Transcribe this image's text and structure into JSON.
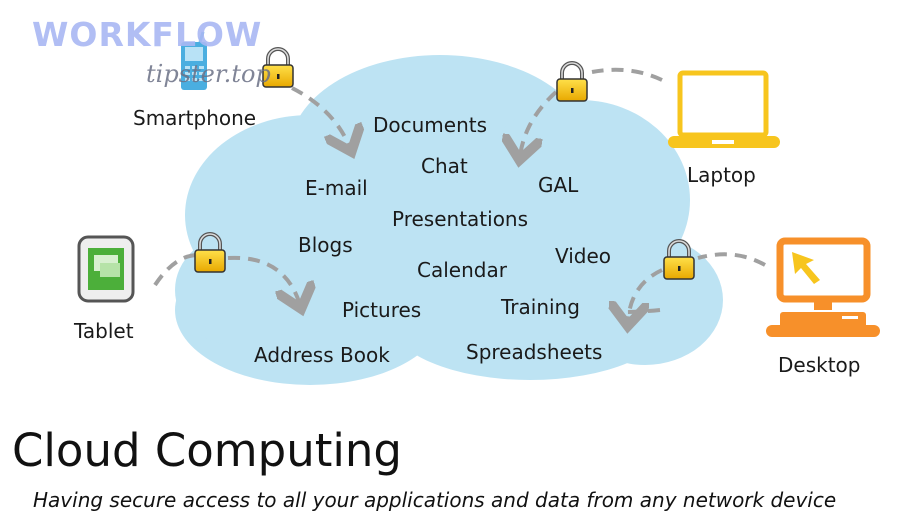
{
  "watermark": {
    "line1": "WORKFLOW",
    "line2": "tipster.top"
  },
  "cloud_items": [
    "Documents",
    "Chat",
    "E-mail",
    "GAL",
    "Presentations",
    "Blogs",
    "Video",
    "Calendar",
    "Pictures",
    "Training",
    "Address Book",
    "Spreadsheets"
  ],
  "devices": {
    "smartphone": "Smartphone",
    "laptop": "Laptop",
    "tablet": "Tablet",
    "desktop": "Desktop"
  },
  "title": "Cloud Computing",
  "subtitle": "Having secure access to all your applications and data from any network device",
  "colors": {
    "cloud": "#bde3f3",
    "lock": "#f5c400",
    "laptop": "#f7c51e",
    "desktop": "#f7902a",
    "tablet": "#4caf3a",
    "phone": "#4aaee0",
    "arrow": "#a0a0a0"
  }
}
